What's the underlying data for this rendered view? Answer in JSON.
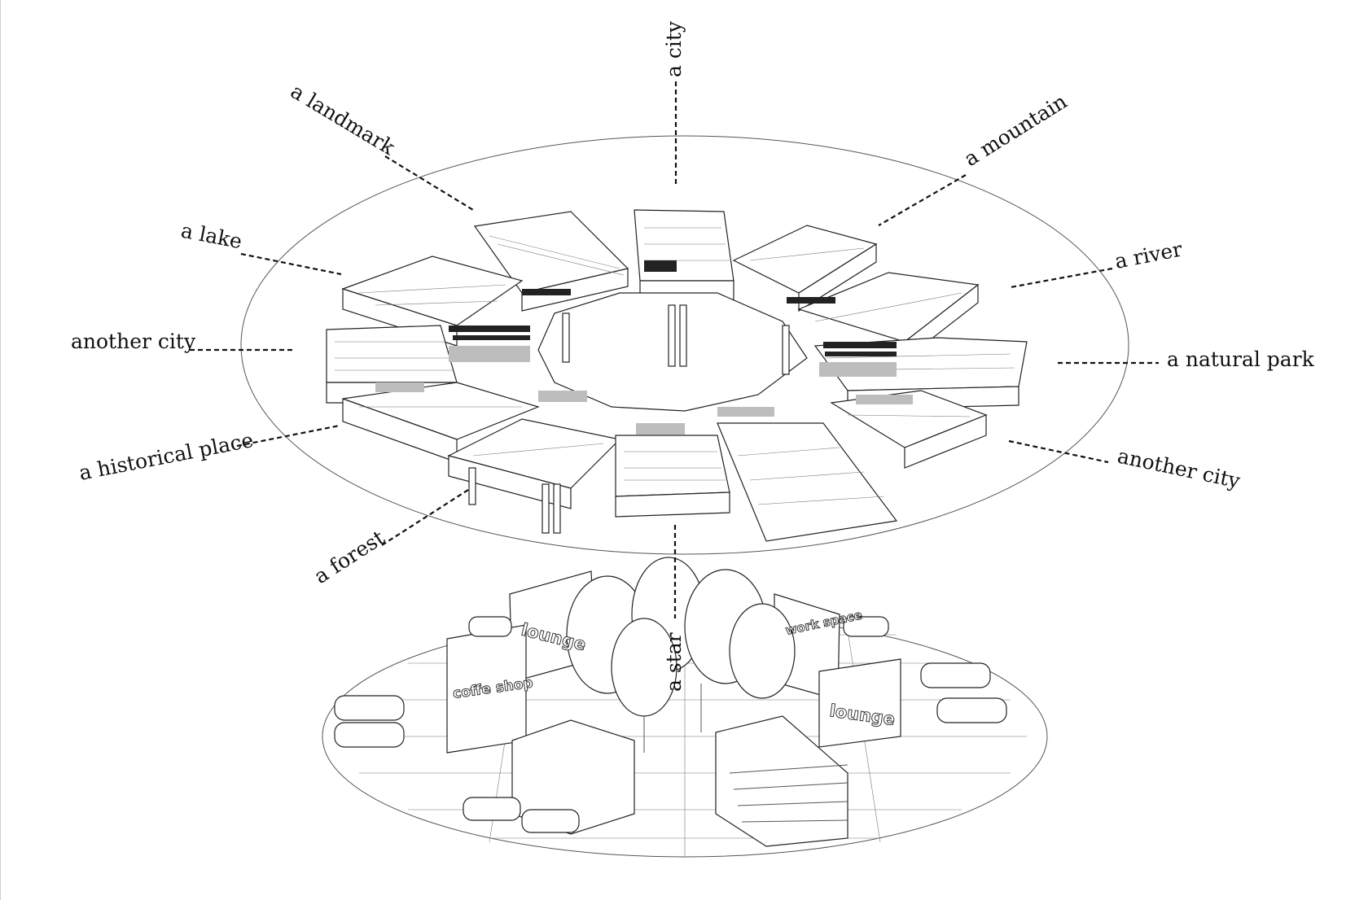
{
  "labels": {
    "city": "a city",
    "landmark": "a landmark",
    "mountain": "a mountain",
    "lake": "a lake",
    "river": "a river",
    "another_city_left": "another city",
    "natural_park": "a natural park",
    "historical_place": "a historical place",
    "another_city_right": "another city",
    "forest": "a forest",
    "star": "a star"
  },
  "signs": {
    "lounge_left": "lounge",
    "work_space": "work space",
    "coffee_shop": "coffe shop",
    "lounge_right": "lounge"
  }
}
